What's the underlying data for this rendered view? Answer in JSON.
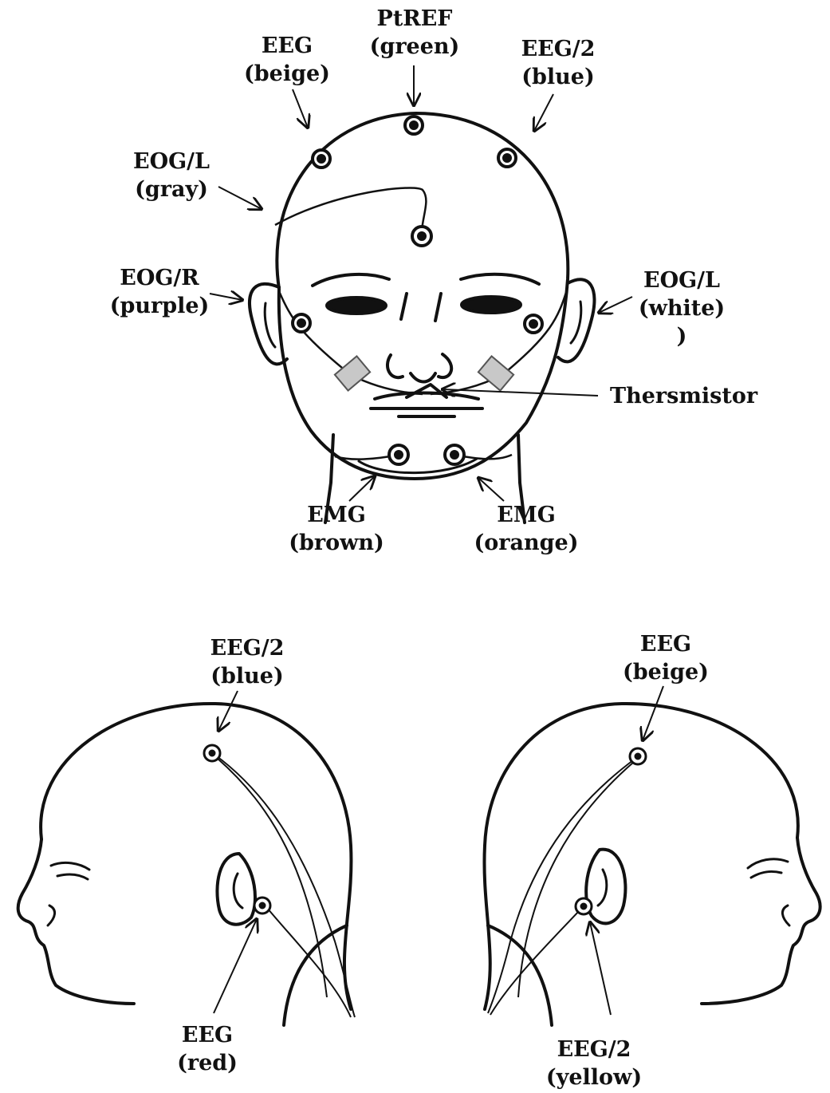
{
  "front": {
    "eeg_beige": {
      "line1": "EEG",
      "line2": "(beige)"
    },
    "ptref": {
      "line1": "PtREF",
      "line2": "(green)"
    },
    "eeg2_blue": {
      "line1": "EEG/2",
      "line2": "(blue)"
    },
    "eogl_gray": {
      "line1": "EOG/L",
      "line2": "(gray)"
    },
    "eogr_purple": {
      "line1": "EOG/R",
      "line2": "(purple)"
    },
    "eogl_white": {
      "line1": "EOG/L",
      "line2": "(white)",
      "line3": ")"
    },
    "thermistor": {
      "line1": "Thersmistor"
    },
    "emg_brown": {
      "line1": "EMG",
      "line2": "(brown)"
    },
    "emg_orange": {
      "line1": "EMG",
      "line2": "(orange)"
    }
  },
  "side_left": {
    "eeg2_blue": {
      "line1": "EEG/2",
      "line2": "(blue)"
    },
    "eeg_red": {
      "line1": "EEG",
      "line2": "(red)"
    }
  },
  "side_right": {
    "eeg_beige": {
      "line1": "EEG",
      "line2": "(beige)"
    },
    "eeg2_yellow": {
      "line1": "EEG/2",
      "line2": "(yellow)"
    }
  },
  "colors": {
    "ink": "#111111",
    "tape": "#c8c8c8"
  }
}
